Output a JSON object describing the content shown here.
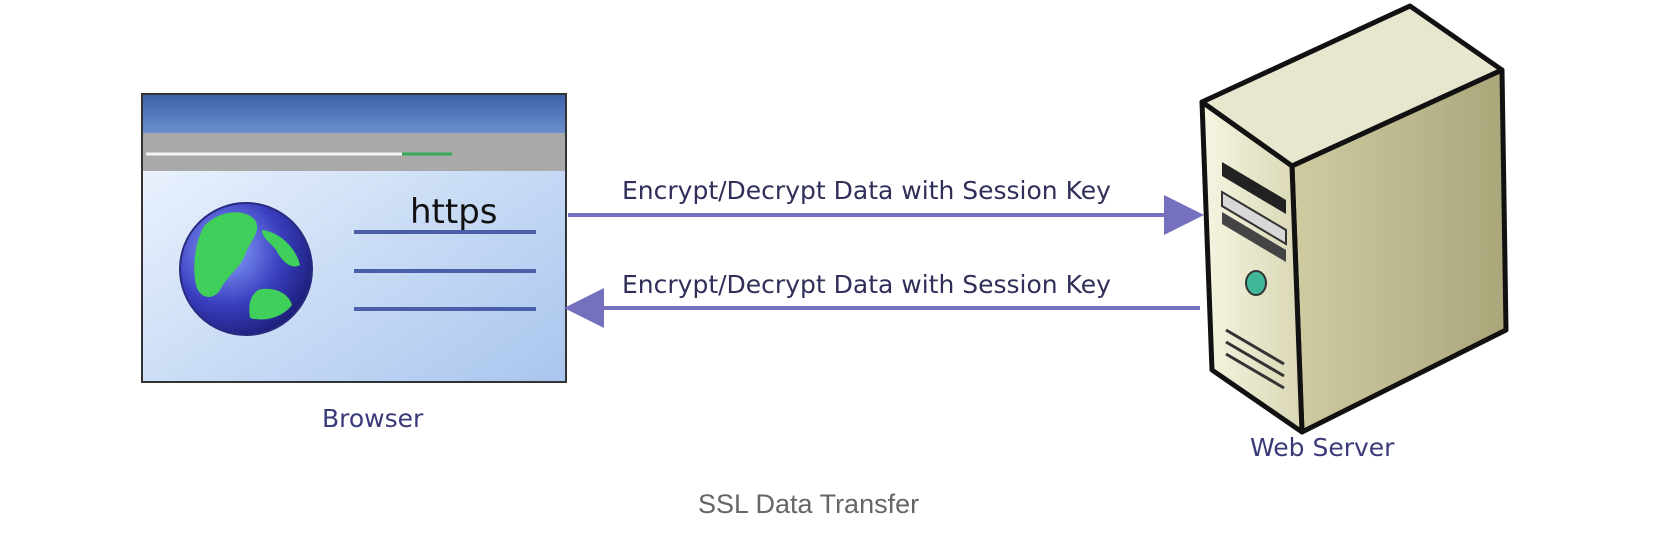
{
  "browser": {
    "label": "Browser",
    "url_text": "https"
  },
  "server": {
    "label": "Web Server"
  },
  "messages": [
    {
      "text": "Encrypt/Decrypt Data with Session Key",
      "direction": "browser-to-server"
    },
    {
      "text": "Encrypt/Decrypt Data with Session Key",
      "direction": "server-to-browser"
    }
  ],
  "caption": "SSL Data Transfer",
  "colors": {
    "arrow": "#7570c0",
    "label": "#3a3a7a",
    "browser_title": "#4a6fb0",
    "server_body": "#e4e2c4"
  },
  "icons": [
    "globe-icon",
    "server-icon",
    "browser-window-icon"
  ]
}
